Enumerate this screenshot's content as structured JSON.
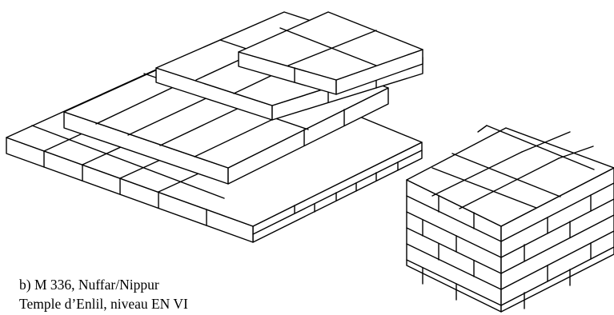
{
  "figure": {
    "title": "",
    "caption": {
      "line1": "b) M 336, Nuffar/Nippur",
      "line2": "Temple d’Enlil, niveau EN VI"
    },
    "drawings": [
      {
        "name": "stepped-brick-platform",
        "kind": "isometric line drawing of stacked bricks"
      },
      {
        "name": "brick-bond-block",
        "kind": "isometric line drawing of stacked bricks"
      }
    ],
    "stroke_color": "#000000",
    "background_color": "#ffffff"
  }
}
